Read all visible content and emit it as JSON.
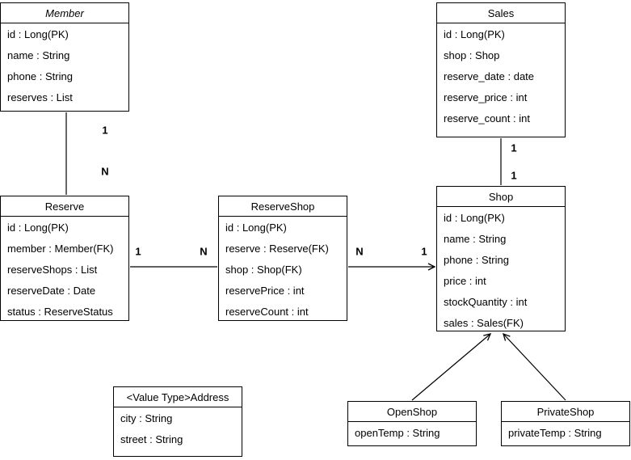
{
  "diagram": {
    "colors": {
      "border": "#000000",
      "fill": "#ffffff",
      "text": "#000000"
    },
    "entities": {
      "member": {
        "title": "Member",
        "attributes": [
          "id : Long(PK)",
          "name : String",
          "phone : String",
          "reserves : List"
        ]
      },
      "sales": {
        "title": "Sales",
        "attributes": [
          "id : Long(PK)",
          "shop : Shop",
          "reserve_date : date",
          "reserve_price : int",
          "reserve_count : int"
        ]
      },
      "reserve": {
        "title": "Reserve",
        "attributes": [
          "id : Long(PK)",
          "member : Member(FK)",
          "reserveShops : List",
          "reserveDate : Date",
          "status : ReserveStatus"
        ]
      },
      "reserveshop": {
        "title": "ReserveShop",
        "attributes": [
          "id : Long(PK)",
          "reserve : Reserve(FK)",
          "shop : Shop(FK)",
          "reservePrice : int",
          "reserveCount : int"
        ]
      },
      "shop": {
        "title": "Shop",
        "attributes": [
          "id : Long(PK)",
          "name : String",
          "phone : String",
          "price : int",
          "stockQuantity : int",
          "sales : Sales(FK)"
        ]
      },
      "address": {
        "title": "<Value Type>Address",
        "attributes": [
          "city : String",
          "street : String"
        ]
      },
      "openshop": {
        "title": "OpenShop",
        "attributes": [
          "openTemp : String"
        ]
      },
      "privateshop": {
        "title": "PrivateShop",
        "attributes": [
          "privateTemp : String"
        ]
      }
    },
    "multiplicities": {
      "member_reserve_one": "1",
      "member_reserve_many": "N",
      "reserve_side_one": "1",
      "reserveshop_side_many": "N",
      "reserveshop_out_many": "N",
      "shop_side_one": "1",
      "sales_side_one": "1",
      "shop_top_one": "1"
    }
  }
}
